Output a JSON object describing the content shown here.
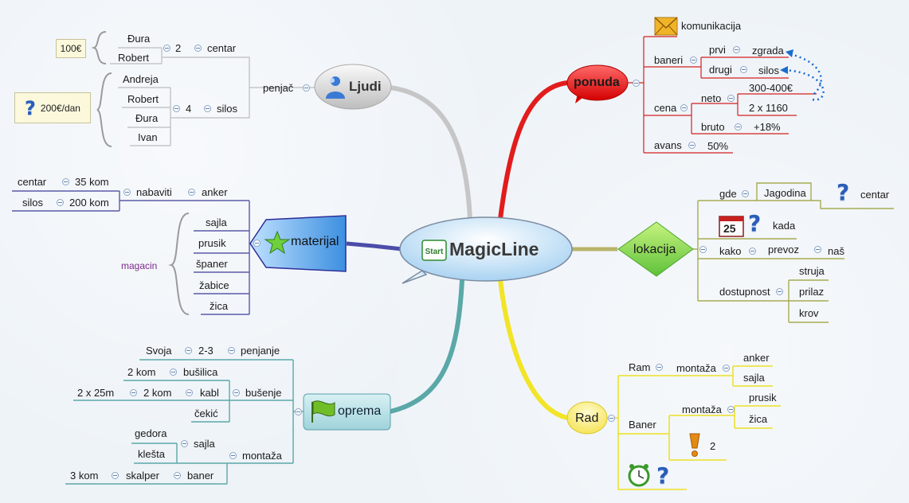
{
  "central": {
    "title": "MagicLine",
    "start_icon": "Start"
  },
  "ljudi": {
    "title": "Ljudi",
    "penjac": "penjač",
    "centar": "centar",
    "centar_count": "2",
    "centar_people": [
      "Đura",
      "Robert"
    ],
    "centar_note": "100€",
    "silos": "silos",
    "silos_count": "4",
    "silos_people": [
      "Andreja",
      "Robert",
      "Đura",
      "Ivan"
    ],
    "silos_note": "200€/dan"
  },
  "materijal": {
    "title": "materijal",
    "nabaviti": "nabaviti",
    "anker": "anker",
    "centar": "centar",
    "centar_qty": "35 kom",
    "silos": "silos",
    "silos_qty": "200 kom",
    "magacin": "magacin",
    "items": [
      "sajla",
      "prusik",
      "španer",
      "žabice",
      "žica"
    ]
  },
  "oprema": {
    "title": "oprema",
    "penjanje": "penjanje",
    "penjanje_qty": "2-3",
    "svoja": "Svoja",
    "busenje": "bušenje",
    "busilica": "bušilica",
    "busilica_qty": "2 kom",
    "kabl": "kabl",
    "kabl_qty": "2 kom",
    "kabl_len": "2 x 25m",
    "cekic": "čekić",
    "montaza": "montaža",
    "sajla": "sajla",
    "gedora": "gedora",
    "klesta": "klešta",
    "baner": "baner",
    "skalper": "skalper",
    "skalper_qty": "3 kom"
  },
  "ponuda": {
    "title": "ponuda",
    "komunikacija": "komunikacija",
    "baneri": "baneri",
    "prvi": "prvi",
    "zgrada": "zgrada",
    "drugi": "drugi",
    "silos": "silos",
    "cena": "cena",
    "neto": "neto",
    "neto_range": "300-400€",
    "neto_val": "2 x 1160",
    "bruto": "bruto",
    "bruto_val": "+18%",
    "avans": "avans",
    "avans_val": "50%"
  },
  "lokacija": {
    "title": "lokacija",
    "gde": "gde",
    "jagodina": "Jagodina",
    "centar": "centar",
    "kada": "kada",
    "calendar_day": "25",
    "kako": "kako",
    "prevoz": "prevoz",
    "nas": "naš",
    "dostupnost": "dostupnost",
    "struja": "struja",
    "prilaz": "prilaz",
    "krov": "krov"
  },
  "rad": {
    "title": "Rad",
    "ram": "Ram",
    "ram_montaza": "montaža",
    "anker": "anker",
    "sajla": "sajla",
    "baner": "Baner",
    "baner_montaza": "montaža",
    "prusik": "prusik",
    "zica": "žica",
    "priority": "2"
  },
  "question_mark": "?",
  "colors": {
    "ponuda": "#e02020",
    "lokacija": "#9db23a",
    "rad": "#f0e030",
    "oprema": "#58a6a6",
    "materijal": "#4a4aa0",
    "ljudi": "#b8b8b8"
  }
}
